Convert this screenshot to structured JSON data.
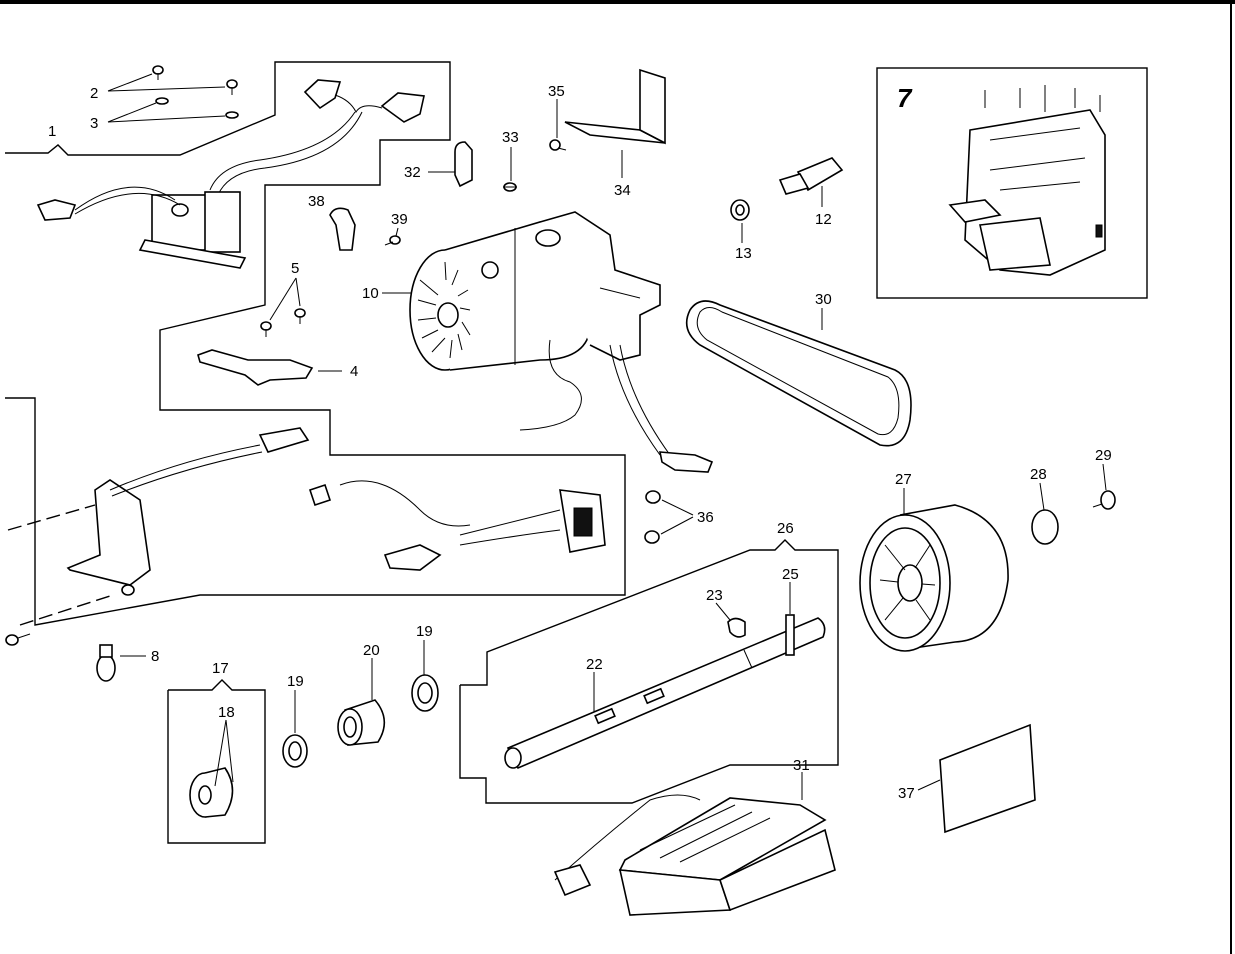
{
  "callouts": {
    "p1": "1",
    "p2": "2",
    "p3": "3",
    "p4": "4",
    "p5": "5",
    "p7": "7",
    "p8": "8",
    "p10": "10",
    "p12": "12",
    "p13": "13",
    "p17": "17",
    "p18": "18",
    "p19a": "19",
    "p19b": "19",
    "p20": "20",
    "p22": "22",
    "p23": "23",
    "p25": "25",
    "p26": "26",
    "p27": "27",
    "p28": "28",
    "p29": "29",
    "p30": "30",
    "p31": "31",
    "p32": "32",
    "p33": "33",
    "p34": "34",
    "p35": "35",
    "p36": "36",
    "p37": "37",
    "p38": "38",
    "p39": "39"
  },
  "colors": {
    "line": "#000000",
    "background": "#ffffff"
  }
}
